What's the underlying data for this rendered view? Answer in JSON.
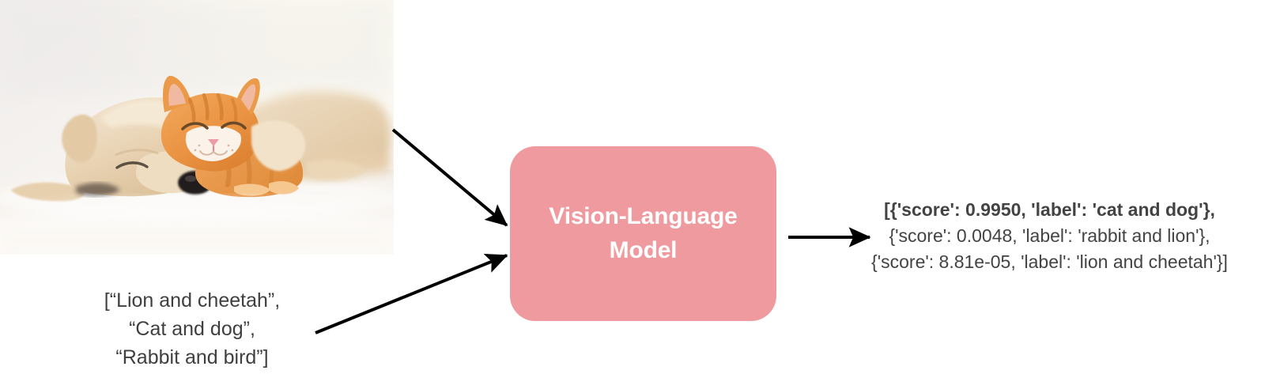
{
  "diagram": {
    "title": "Vision-Language Model zero-shot image classification pipeline",
    "colors": {
      "model_box": "#ef9a9e",
      "model_label_text": "#ffffff",
      "body_text": "#3f3f3f",
      "output_text": "#434343",
      "arrow": "#000000",
      "background": "#ffffff"
    }
  },
  "input_image": {
    "alt": "Sleeping golden retriever puppy and orange tabby kitten cuddling on a white blanket",
    "subjects": [
      "puppy",
      "kitten"
    ]
  },
  "model": {
    "label": "Vision-Language\nModel"
  },
  "prompt": {
    "text": "[“Lion and cheetah”,\n“Cat and dog”,\n“Rabbit and bird”]",
    "lines": [
      "[“Lion and cheetah”,",
      "“Cat and dog”,",
      "“Rabbit and bird”]"
    ],
    "candidate_labels": [
      "Lion and cheetah",
      "Cat and dog",
      "Rabbit and bird"
    ]
  },
  "output": {
    "lines": [
      {
        "text": "[{'score': 0.9950, 'label': 'cat and dog'},",
        "bold": true
      },
      {
        "text": "{'score': 0.0048, 'label': 'rabbit and lion'},",
        "bold": false
      },
      {
        "text": "{'score': 8.81e-05, 'label': 'lion and cheetah'}]",
        "bold": false
      }
    ],
    "predictions": [
      {
        "score": "0.9950",
        "label": "cat and dog"
      },
      {
        "score": "0.0048",
        "label": "rabbit and lion"
      },
      {
        "score": "8.81e-05",
        "label": "lion and cheetah"
      }
    ]
  },
  "arrows": {
    "image_to_model": "arrow-image-to-model",
    "prompt_to_model": "arrow-prompt-to-model",
    "model_to_output": "arrow-model-to-output"
  }
}
